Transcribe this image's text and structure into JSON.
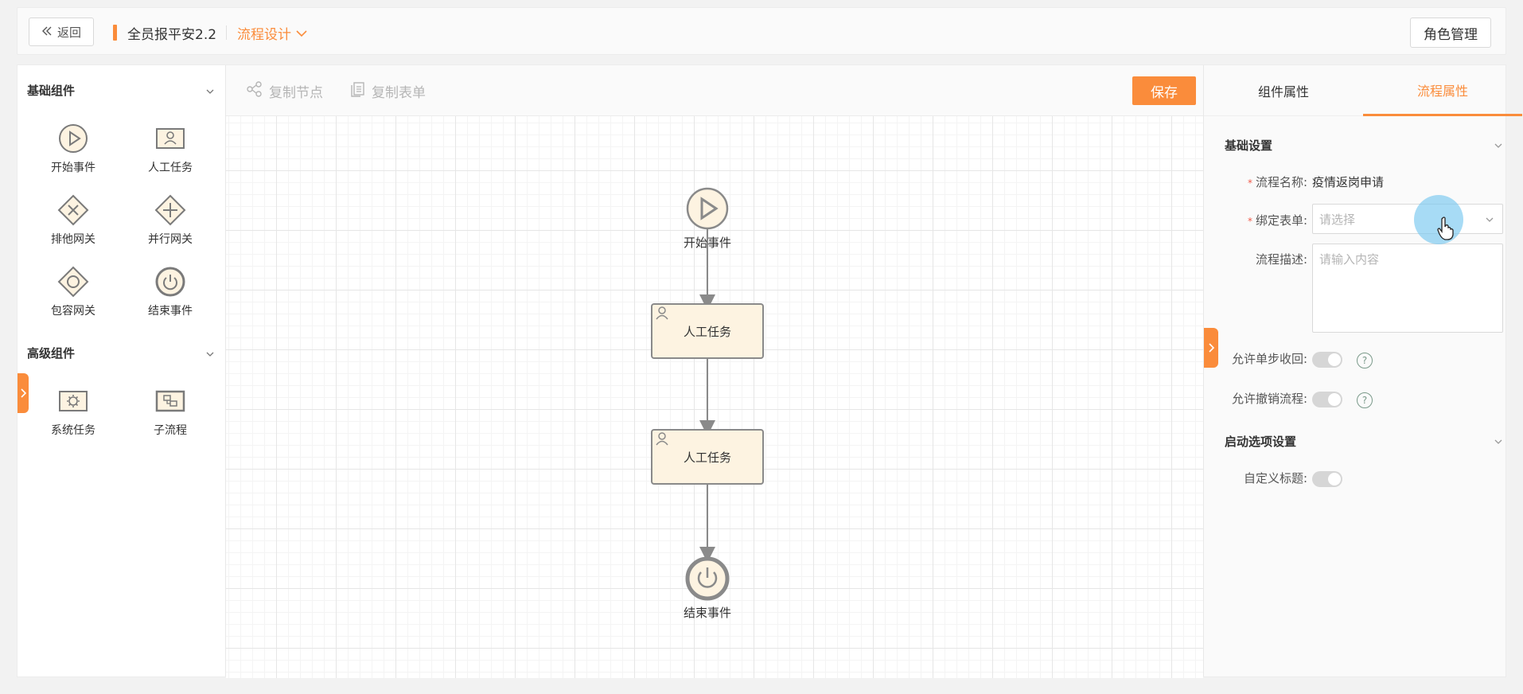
{
  "header": {
    "back_label": "返回",
    "app_title": "全员报平安2.2",
    "mode_label": "流程设计",
    "role_button": "角色管理"
  },
  "palette": {
    "basic_title": "基础组件",
    "basic_items": [
      {
        "label": "开始事件",
        "icon": "play-circle-icon"
      },
      {
        "label": "人工任务",
        "icon": "user-card-icon"
      },
      {
        "label": "排他网关",
        "icon": "diamond-x-icon"
      },
      {
        "label": "并行网关",
        "icon": "diamond-plus-icon"
      },
      {
        "label": "包容网关",
        "icon": "diamond-circle-icon"
      },
      {
        "label": "结束事件",
        "icon": "power-circle-icon"
      }
    ],
    "advanced_title": "高级组件",
    "advanced_items": [
      {
        "label": "系统任务",
        "icon": "gear-card-icon"
      },
      {
        "label": "子流程",
        "icon": "subprocess-icon"
      }
    ]
  },
  "toolbar": {
    "copy_node": "复制节点",
    "copy_form": "复制表单",
    "save": "保存"
  },
  "diagram": {
    "start_label": "开始事件",
    "task1_label": "人工任务",
    "task2_label": "人工任务",
    "end_label": "结束事件"
  },
  "props": {
    "tab_component": "组件属性",
    "tab_process": "流程属性",
    "basic_section": "基础设置",
    "name_label": "流程名称:",
    "name_value": "疫情返岗申请",
    "form_label": "绑定表单:",
    "form_placeholder": "请选择",
    "desc_label": "流程描述:",
    "desc_placeholder": "请输入内容",
    "allow_single_step_label": "允许单步收回:",
    "allow_cancel_label": "允许撤销流程:",
    "help_glyph": "?",
    "start_section": "启动选项设置",
    "custom_title_label": "自定义标题:"
  },
  "colors": {
    "accent": "#fa8c3b",
    "node_fill": "#fdf3e1",
    "node_stroke": "#9e9e9e"
  }
}
